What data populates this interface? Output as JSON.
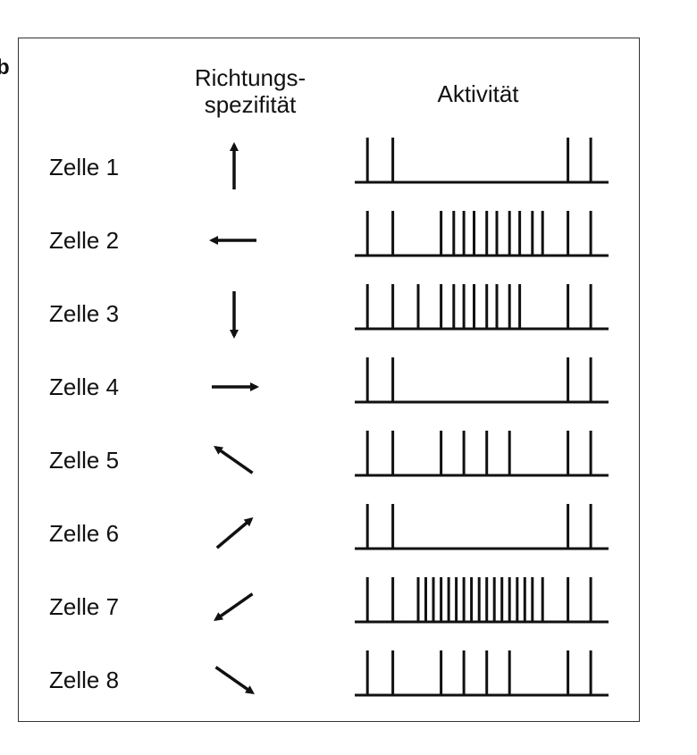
{
  "panel_letter": "b",
  "headers": {
    "direction_line1": "Richtungs-",
    "direction_line2": "spezifität",
    "activity": "Aktivität"
  },
  "colors": {
    "ink": "#111111",
    "frame": "#333333",
    "background": "#ffffff"
  },
  "cells": [
    {
      "label": "Zelle 1",
      "direction": "up",
      "spikes": [
        0.05,
        0.15,
        0.84,
        0.93
      ]
    },
    {
      "label": "Zelle 2",
      "direction": "left",
      "spikes": [
        0.05,
        0.15,
        0.34,
        0.39,
        0.43,
        0.47,
        0.52,
        0.56,
        0.61,
        0.65,
        0.7,
        0.74,
        0.84,
        0.93
      ]
    },
    {
      "label": "Zelle 3",
      "direction": "down",
      "spikes": [
        0.05,
        0.15,
        0.25,
        0.34,
        0.39,
        0.43,
        0.47,
        0.52,
        0.56,
        0.61,
        0.65,
        0.84,
        0.93
      ]
    },
    {
      "label": "Zelle 4",
      "direction": "right",
      "spikes": [
        0.05,
        0.15,
        0.84,
        0.93
      ]
    },
    {
      "label": "Zelle 5",
      "direction": "up-left",
      "spikes": [
        0.05,
        0.15,
        0.34,
        0.43,
        0.52,
        0.61,
        0.84,
        0.93
      ]
    },
    {
      "label": "Zelle 6",
      "direction": "up-right",
      "spikes": [
        0.05,
        0.15,
        0.84,
        0.93
      ]
    },
    {
      "label": "Zelle 7",
      "direction": "down-left",
      "spikes": [
        0.05,
        0.15,
        0.25,
        0.28,
        0.31,
        0.34,
        0.37,
        0.4,
        0.43,
        0.46,
        0.49,
        0.52,
        0.55,
        0.58,
        0.61,
        0.64,
        0.67,
        0.7,
        0.74,
        0.84,
        0.93
      ]
    },
    {
      "label": "Zelle 8",
      "direction": "down-right",
      "spikes": [
        0.05,
        0.15,
        0.34,
        0.43,
        0.52,
        0.61,
        0.84,
        0.93
      ]
    }
  ]
}
